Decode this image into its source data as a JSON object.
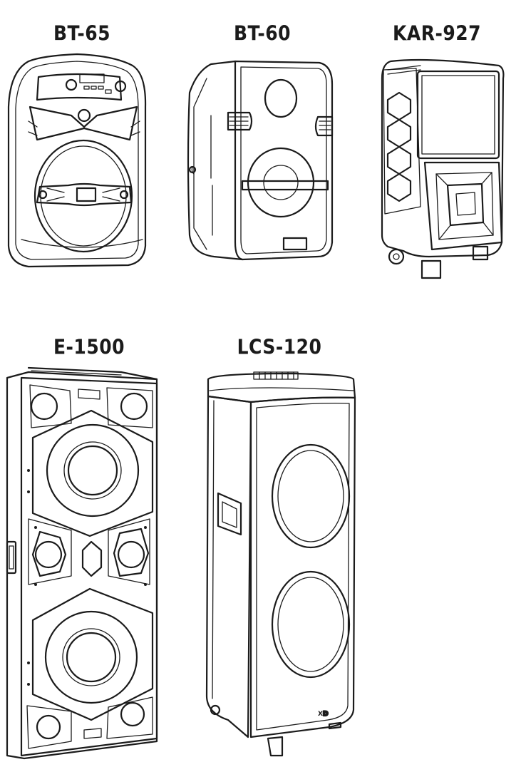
{
  "products": [
    {
      "model": "BT-65",
      "illustration": "portable-speaker-round-woofer"
    },
    {
      "model": "BT-60",
      "illustration": "portable-speaker-two-drivers"
    },
    {
      "model": "KAR-927",
      "illustration": "karaoke-speaker-with-screen"
    },
    {
      "model": "E-1500",
      "illustration": "dual-woofer-pa-speaker"
    },
    {
      "model": "LCS-120",
      "illustration": "tower-speaker-dual-woofer"
    }
  ],
  "colors": {
    "line": "#1b1b1b",
    "background": "#ffffff"
  }
}
